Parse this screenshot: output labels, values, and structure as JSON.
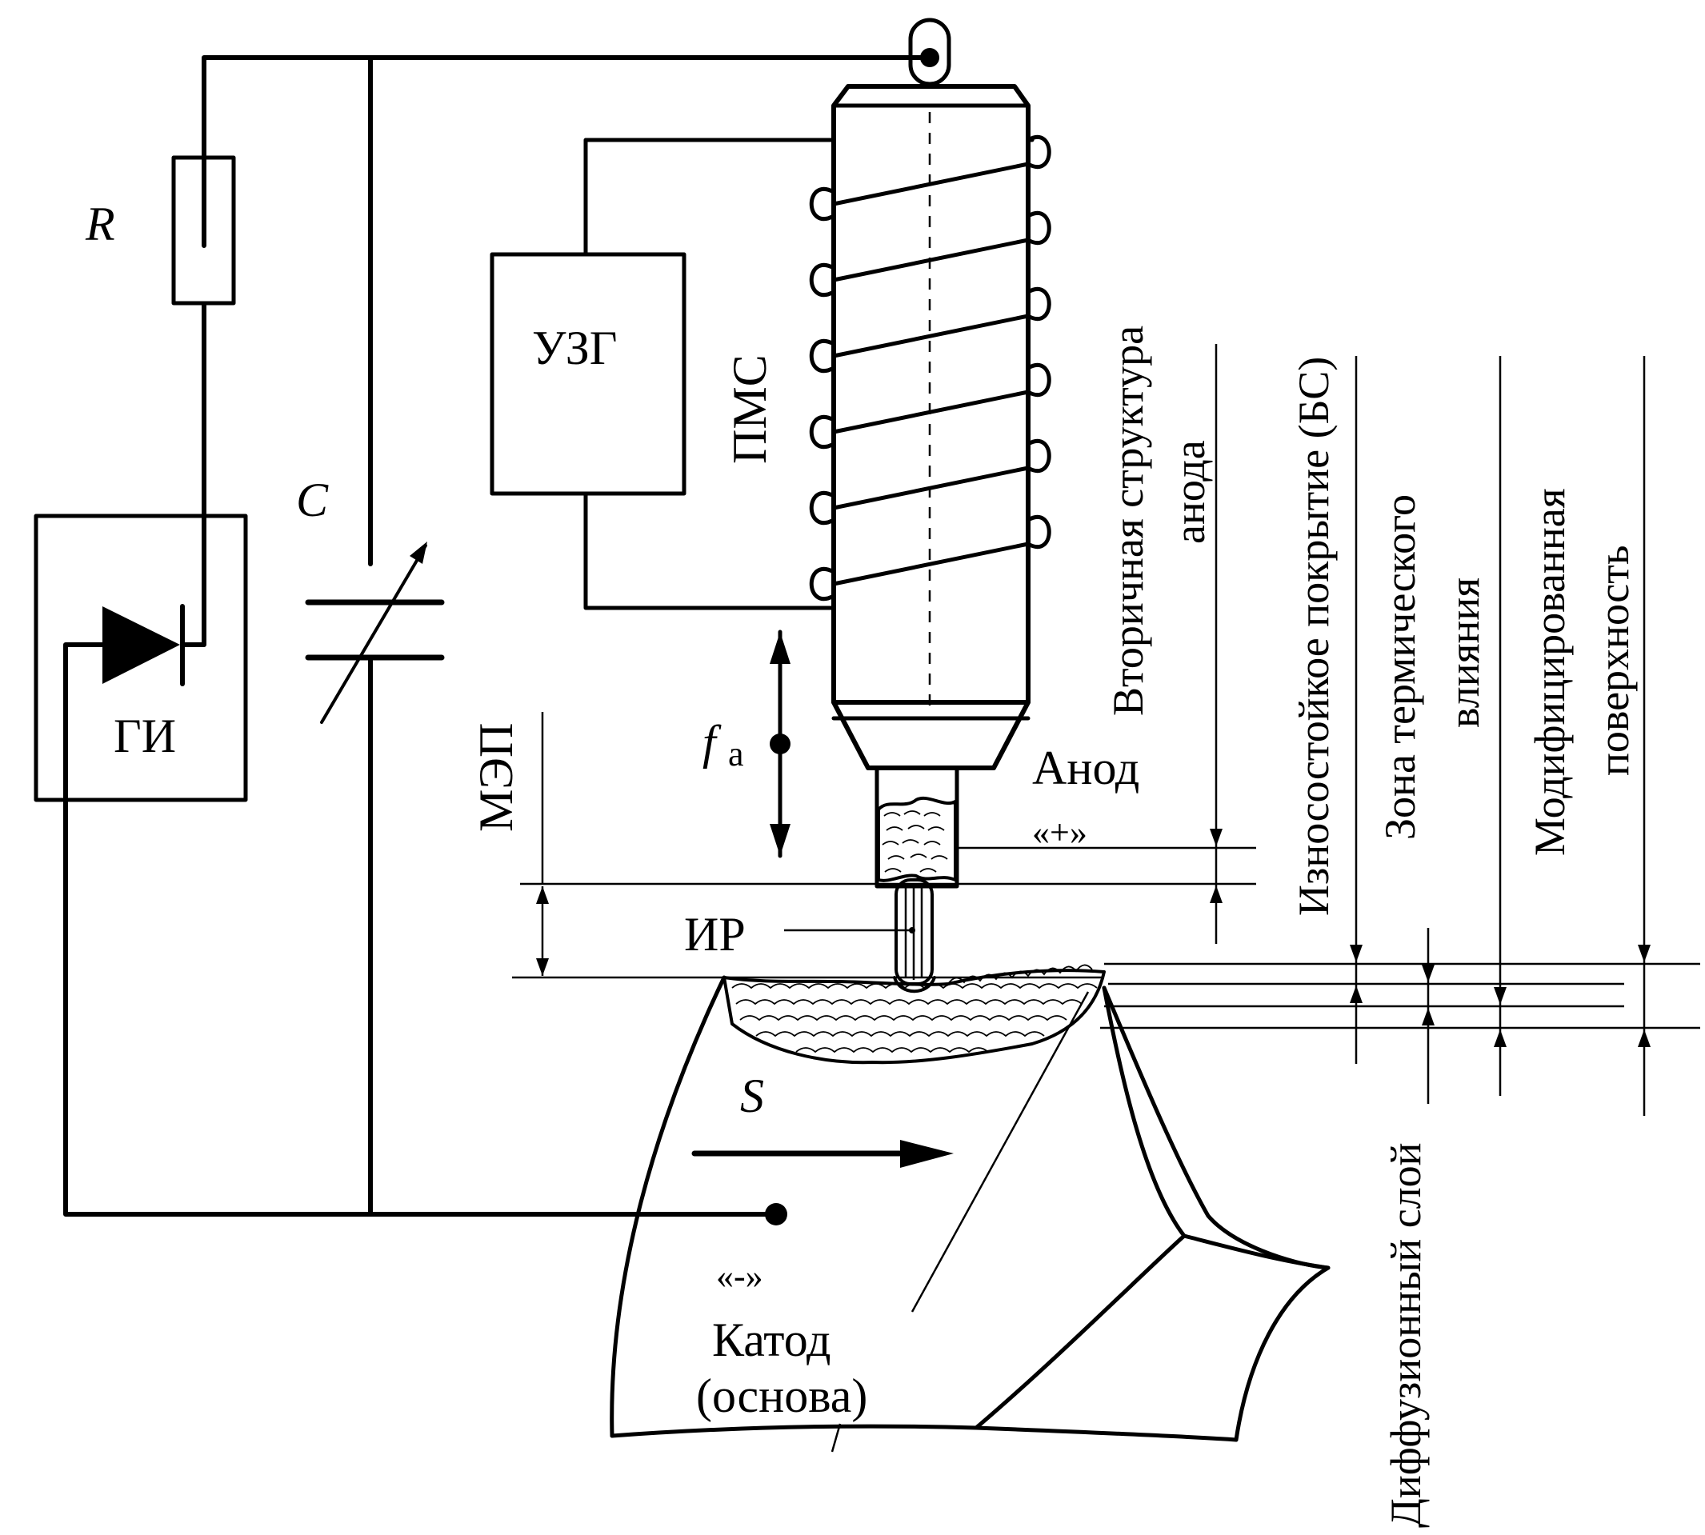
{
  "labels": {
    "resistor": "R",
    "capacitor": "C",
    "pulse_generator": "ГИ",
    "ultrasonic_generator": "УЗГ",
    "transducer": "ПМС",
    "electrode_gap": "МЭП",
    "anode_freq_symbol": "f",
    "anode_freq_sub": "а",
    "anode": "Анод",
    "anode_sign": "«+»",
    "cathode_sign": "«-»",
    "cathode_line1": "Катод",
    "cathode_line2": "(основа)",
    "feed": "S",
    "spark": "ИР",
    "secondary_structure_line1": "Вторичная структура",
    "secondary_structure_line2": "анода",
    "wear_coating": "Износостойкое покрытие (БС)",
    "heat_zone_line1": "Зона термического",
    "heat_zone_line2": "влияния",
    "modified_line1": "Модифицированная",
    "modified_line2": "поверхность",
    "diffusion_layer": "Диффузионный слой"
  }
}
